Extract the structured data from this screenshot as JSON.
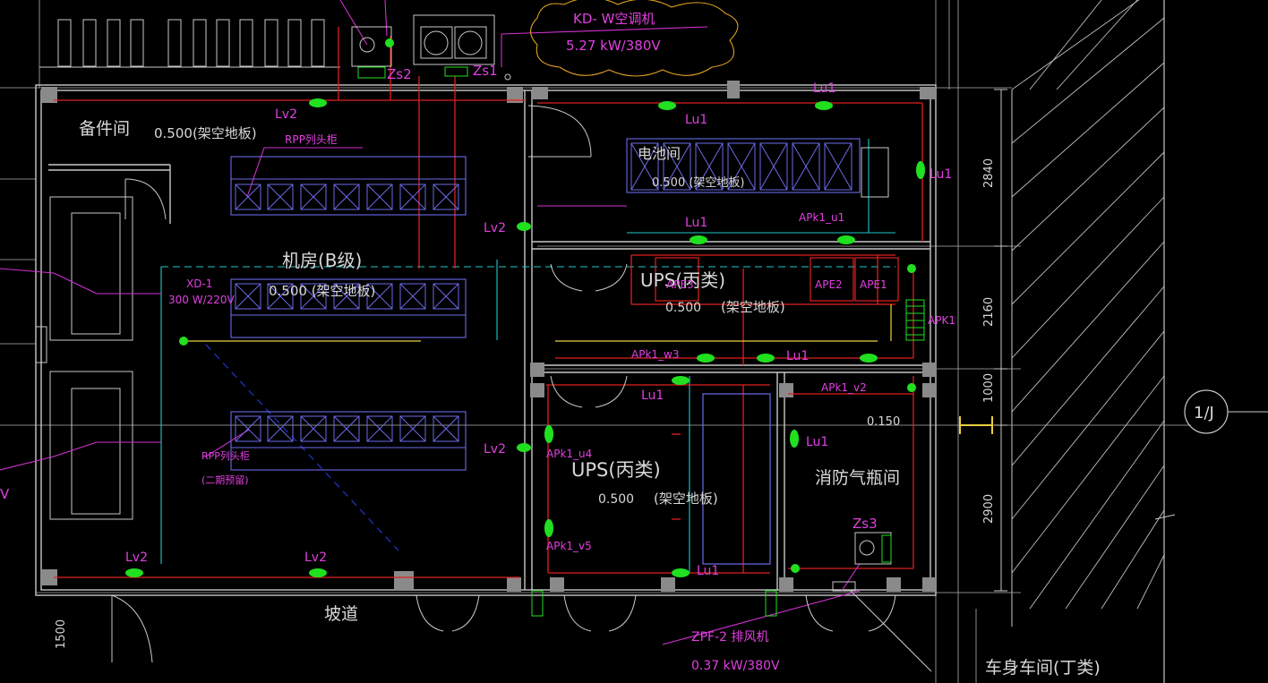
{
  "labels": {
    "ac_unit_name": "KD- W空调机",
    "ac_unit_spec": "5.27 kW/380V",
    "zs2": "Zs2",
    "zs1": "Zs1",
    "zs3": "Zs3",
    "spare_room": "备件间",
    "spare_floor": "0.500(架空地板)",
    "rpp_top": "RPP列头柜",
    "machine_room": "机房(B级)",
    "machine_floor": "0.500 (架空地板)",
    "xd1_name": "XD-1",
    "xd1_spec": "300 W/220V",
    "rpp_bottom": "RPP列头柜",
    "rpp_bottom_note": "(二期预留)",
    "battery_room": "电池间",
    "battery_floor": "0.500 (架空地板)",
    "ups_c_top": "UPS(丙类)",
    "ups_c_top_floor": "0.500",
    "ups_c_top_floor_note": "(架空地板)",
    "ups_c_bottom": "UPS(丙类)",
    "ups_c_bottom_floor": "0.500",
    "ups_c_bottom_floor_note": "(架空地板)",
    "fire_gas_room": "消防气瓶间",
    "fire_gas_floor": "0.150",
    "ramp": "坡道",
    "fan_name": "ZPF-2 排风机",
    "fan_spec": "0.37 kW/380V",
    "workshop": "车身车间(丁类)",
    "axis_tag": "1/J",
    "left_v": "V"
  },
  "devices": {
    "lv2": "Lv2",
    "lu1": "Lu1",
    "ape1": "APE1",
    "ape2": "APE2",
    "ape3": "APE3",
    "apk1": "APK1",
    "apk1_u1": "APk1_u1",
    "apk1_w3": "APk1_w3",
    "apk1_v2": "APk1_v2",
    "apk1_u4": "APk1_u4",
    "apk1_v5": "APk1_v5"
  },
  "dimensions": {
    "d1": "2840",
    "d2": "2160",
    "d3": "1000",
    "d4": "2900",
    "d5": "1500"
  },
  "colors": {
    "background": "#000000",
    "walls": "#c8c8c8",
    "power_lines": "#e02020",
    "cable_trays": "#20c8c8",
    "annotations": "#e040e0",
    "racks": "#6a6ae8",
    "lights": "#20e020"
  }
}
